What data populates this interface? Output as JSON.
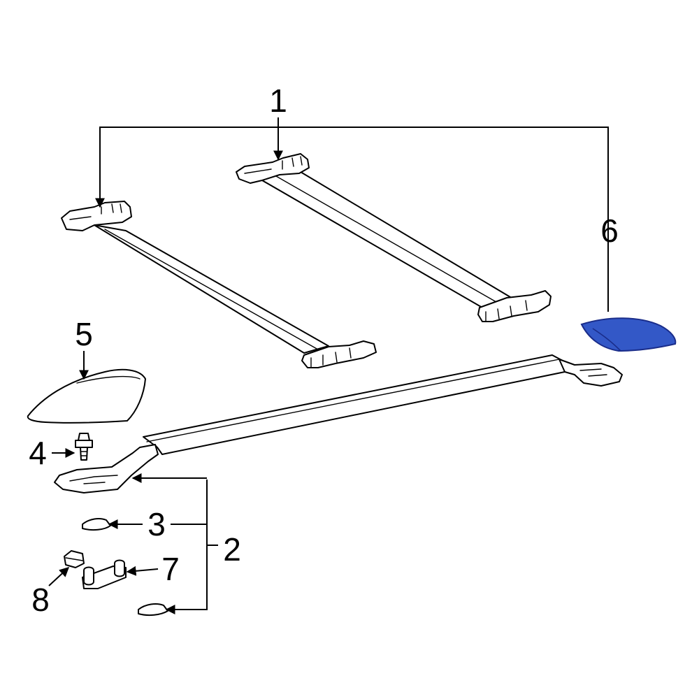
{
  "callouts": {
    "c1": "1",
    "c2": "2",
    "c3": "3",
    "c4": "4",
    "c5": "5",
    "c6": "6",
    "c7": "7",
    "c8": "8"
  },
  "colors": {
    "line": "#000000",
    "background": "#ffffff",
    "highlight_fill": "#3358c7",
    "highlight_stroke": "#1a2d8a"
  },
  "highlighted_part": "6"
}
